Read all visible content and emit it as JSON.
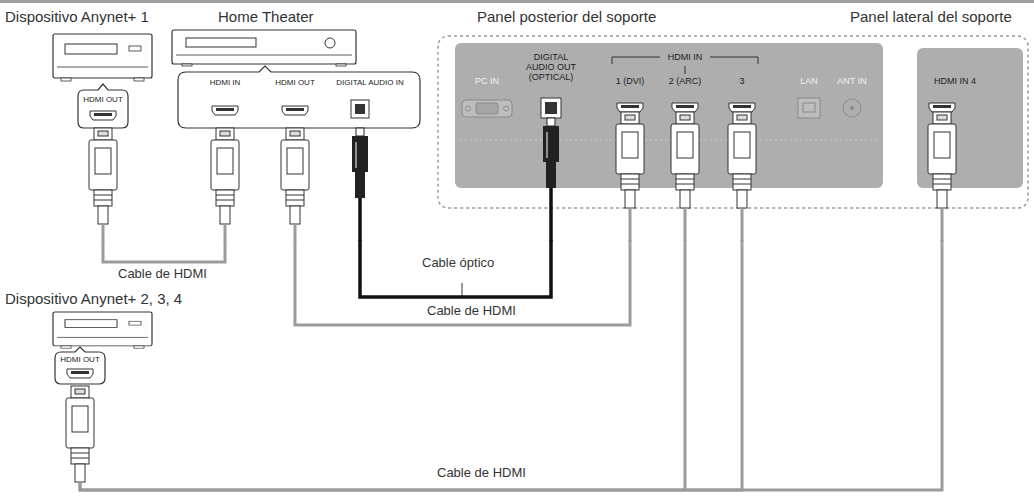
{
  "diagram": {
    "nodes": [
      {
        "text": [
          "Dispositivo Anynet+ 1",
          "HDMI OUT"
        ]
      },
      {
        "text": [
          "Home Theater",
          "HDMI IN",
          "HDMI OUT",
          "DIGITAL AUDIO IN"
        ]
      },
      {
        "text": [
          "Panel posterior del soporte",
          "PC IN",
          "DIGITAL AUDIO OUT (OPTICAL)",
          "HDMI IN",
          "1 (DVI)",
          "2 (ARC)",
          "3",
          "LAN",
          "ANT IN"
        ]
      },
      {
        "text": [
          "Panel lateral del soporte",
          "HDMI IN 4"
        ]
      },
      {
        "text": [
          "Dispositivo Anynet+ 2, 3, 4",
          "HDMI OUT"
        ]
      }
    ],
    "edges": [
      {
        "from": 0,
        "to": 1,
        "label": "Cable de HDMI",
        "arrow": "none"
      },
      {
        "from": 1,
        "to": 2,
        "label": "Cable óptico",
        "arrow": "none"
      },
      {
        "from": 1,
        "to": 2,
        "label": "Cable de HDMI",
        "arrow": "none"
      },
      {
        "from": 4,
        "to": 2,
        "label": "Cable de HDMI",
        "arrow": "none"
      },
      {
        "from": 4,
        "to": 3,
        "arrow": "none"
      }
    ]
  }
}
